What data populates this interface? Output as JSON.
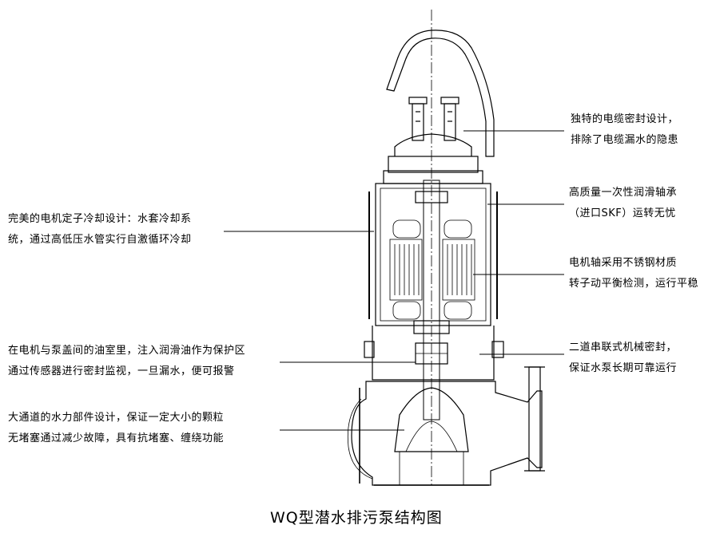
{
  "title": "WQ型潜水排污泵结构图",
  "callouts": {
    "cable_seal": {
      "line1": "独特的电缆密封设计，",
      "line2": "排除了电缆漏水的隐患"
    },
    "bearing": {
      "line1": "高质量一次性润滑轴承",
      "line2": "（进口SKF）运转无忧"
    },
    "shaft": {
      "line1": "电机轴采用不锈钢材质",
      "line2": "转子动平衡检测，运行平稳"
    },
    "mech_seal": {
      "line1": "二道串联式机械密封，",
      "line2": "保证水泵长期可靠运行"
    },
    "cooling": {
      "line1": "完美的电机定子冷却设计：水套冷却系",
      "line2": "统，通过高低压水管实行自激循环冷却"
    },
    "oil_chamber": {
      "line1": "在电机与泵盖间的油室里，注入润滑油作为保护区",
      "line2": "通过传感器进行密封监视，一旦漏水，便可报警"
    },
    "impeller": {
      "line1": "大通道的水力部件设计，保证一定大小的颗粒",
      "line2": "无堵塞通过减少故障，具有抗堵塞、缠绕功能"
    }
  }
}
